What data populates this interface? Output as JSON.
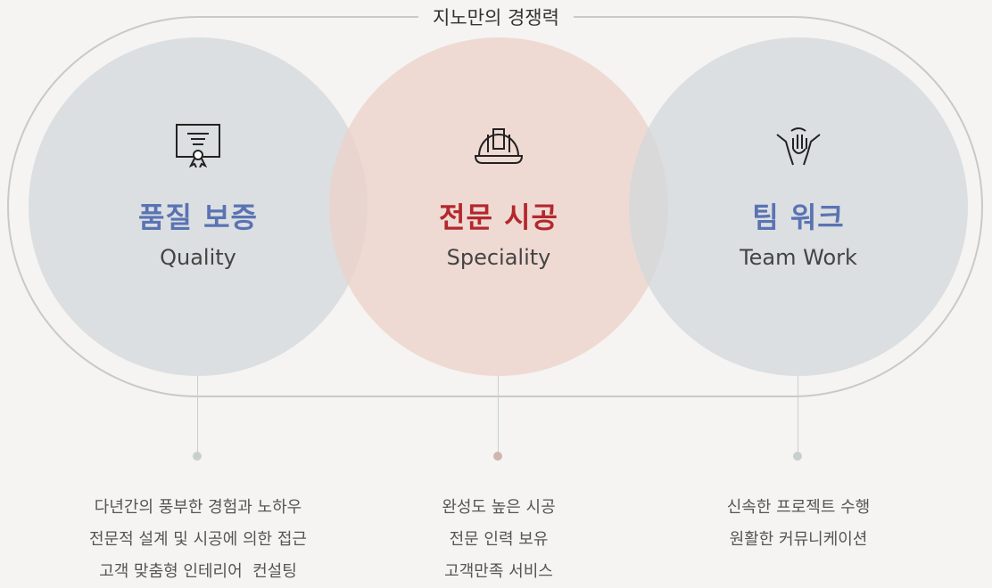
{
  "title": "지노만의 경쟁력",
  "colors": {
    "blue": "#5a73b3",
    "red": "#b3282d",
    "dot_gray": "#c8d0cf",
    "dot_pink": "#cfb6ae"
  },
  "items": [
    {
      "icon": "certificate-icon",
      "kr": "품질 보증",
      "en": "Quality",
      "desc": [
        "다년간의 풍부한 경험과 노하우",
        "전문적 설계 및 시공에 의한 접근",
        "고객 맞춤형 인테리어  컨설팅"
      ]
    },
    {
      "icon": "hard-hat-icon",
      "kr": "전문 시공",
      "en": "Speciality",
      "desc": [
        "완성도 높은 시공",
        "전문 인력 보유",
        "고객만족 서비스"
      ]
    },
    {
      "icon": "teamwork-hands-icon",
      "kr": "팀 워크",
      "en": "Team Work",
      "desc": [
        "신속한 프로젝트 수행",
        "원활한 커뮤니케이션"
      ]
    }
  ]
}
